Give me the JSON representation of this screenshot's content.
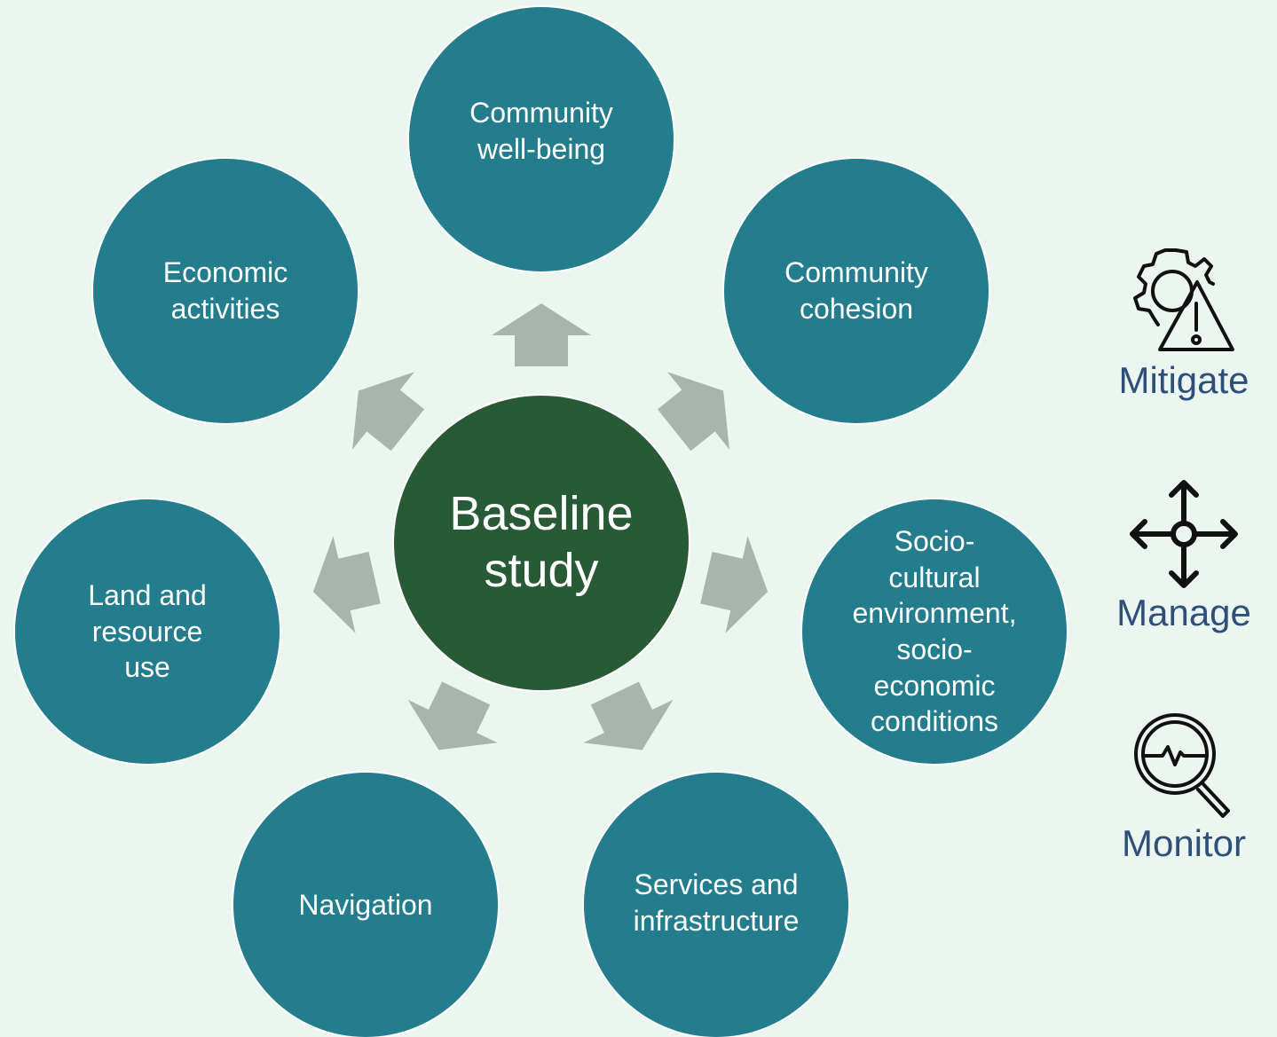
{
  "diagram": {
    "center_label": "Baseline\nstudy",
    "nodes": [
      "Community\nwell-being",
      "Community\ncohesion",
      "Socio-\ncultural\nenvironment,\nsocio-\neconomic\nconditions",
      "Services and\ninfrastructure",
      "Navigation",
      "Land and\nresource\nuse",
      "Economic\nactivities"
    ],
    "colors": {
      "background": "#ecf6f1",
      "node_fill": "#237d8c",
      "center_fill": "#285a36",
      "arrow_fill": "#a9b5ac",
      "side_text": "#2e4f79"
    }
  },
  "side_actions": [
    {
      "label": "Mitigate",
      "icon": "gear-warning-icon"
    },
    {
      "label": "Manage",
      "icon": "move-arrows-icon"
    },
    {
      "label": "Monitor",
      "icon": "magnifier-pulse-icon"
    }
  ]
}
